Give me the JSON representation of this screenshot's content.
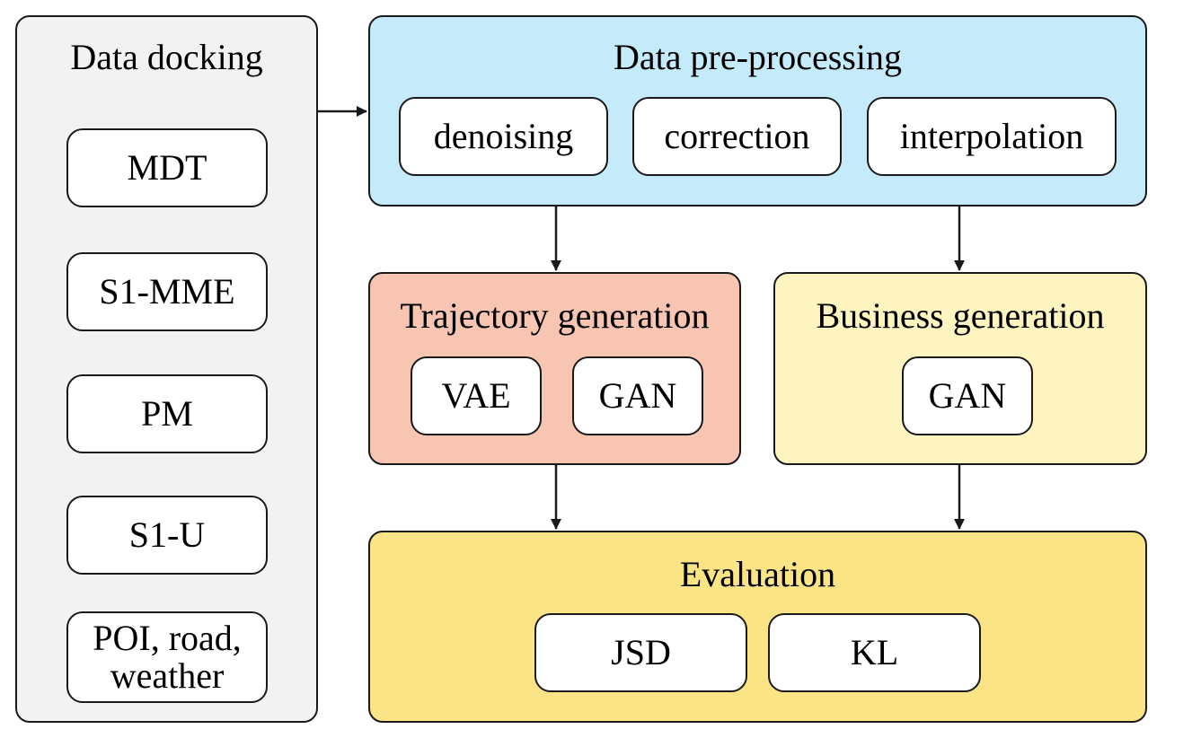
{
  "docking": {
    "title": "Data docking",
    "items": [
      "MDT",
      "S1-MME",
      "PM",
      "S1-U"
    ],
    "last_item_line1": "POI, road,",
    "last_item_line2": "weather"
  },
  "preprocessing": {
    "title": "Data pre-processing",
    "items": [
      "denoising",
      "correction",
      "interpolation"
    ]
  },
  "trajectory": {
    "title": "Trajectory generation",
    "items": [
      "VAE",
      "GAN"
    ]
  },
  "business": {
    "title": "Business generation",
    "items": [
      "GAN"
    ]
  },
  "evaluation": {
    "title": "Evaluation",
    "items": [
      "JSD",
      "KL"
    ]
  },
  "colors": {
    "docking_fill": "#f2f2f2",
    "preprocessing_fill": "#c5ebfa",
    "trajectory_fill": "#f7c5b2",
    "business_fill": "#fdf4c0",
    "evaluation_fill": "#fbe486",
    "stroke": "#1a1a1a"
  }
}
